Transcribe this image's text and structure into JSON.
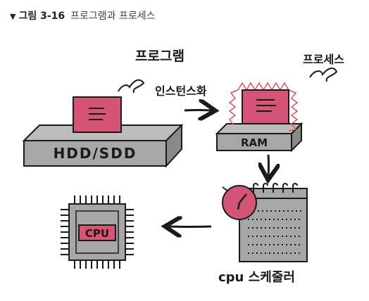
{
  "caption": {
    "marker": "▼",
    "figure_number": "그림 3-16",
    "title": "프로그램과 프로세스"
  },
  "diagram": {
    "program_label": "프로그램",
    "instantiate_label": "인스턴스화",
    "process_label": "프로세스",
    "storage_label": "HDD/SDD",
    "ram_label": "RAM",
    "cpu_label": "CPU",
    "scheduler_label": "cpu 스케줄러"
  },
  "colors": {
    "pink": "#d65577",
    "gray": "#a7a7a7",
    "dark": "#1a1a1a",
    "glow": "#e0525c"
  }
}
